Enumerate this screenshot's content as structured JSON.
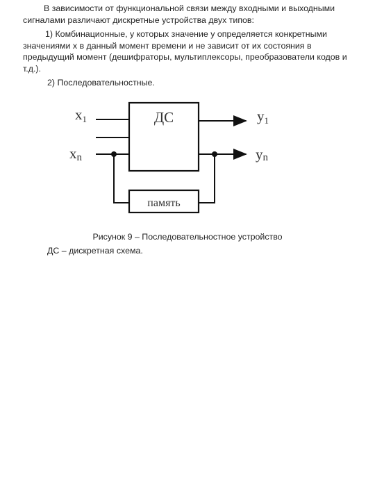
{
  "text": {
    "intro": "В зависимости от функциональной связи между входными и выходными сигналами различают дискретные устройства двух типов:",
    "item1": "1) Комбинационные, у которых значение у определяется конкретными значениями х в данный момент времени и не зависит от их состояния в предыдущий момент (дешифраторы, мультиплексоры, преобразователи кодов и т.д.).",
    "item2": "2) Последовательностные."
  },
  "diagram": {
    "main_block_label": "ДС",
    "memory_block_label": "память",
    "input_first": {
      "base": "x",
      "sub": "1"
    },
    "input_last": {
      "base": "x",
      "sub": "n"
    },
    "output_first": {
      "base": "y",
      "sub": "1"
    },
    "output_last": {
      "base": "y",
      "sub": "n"
    }
  },
  "caption": "Рисунок 9 – Последовательностное устройство",
  "note": "ДС – дискретная схема."
}
